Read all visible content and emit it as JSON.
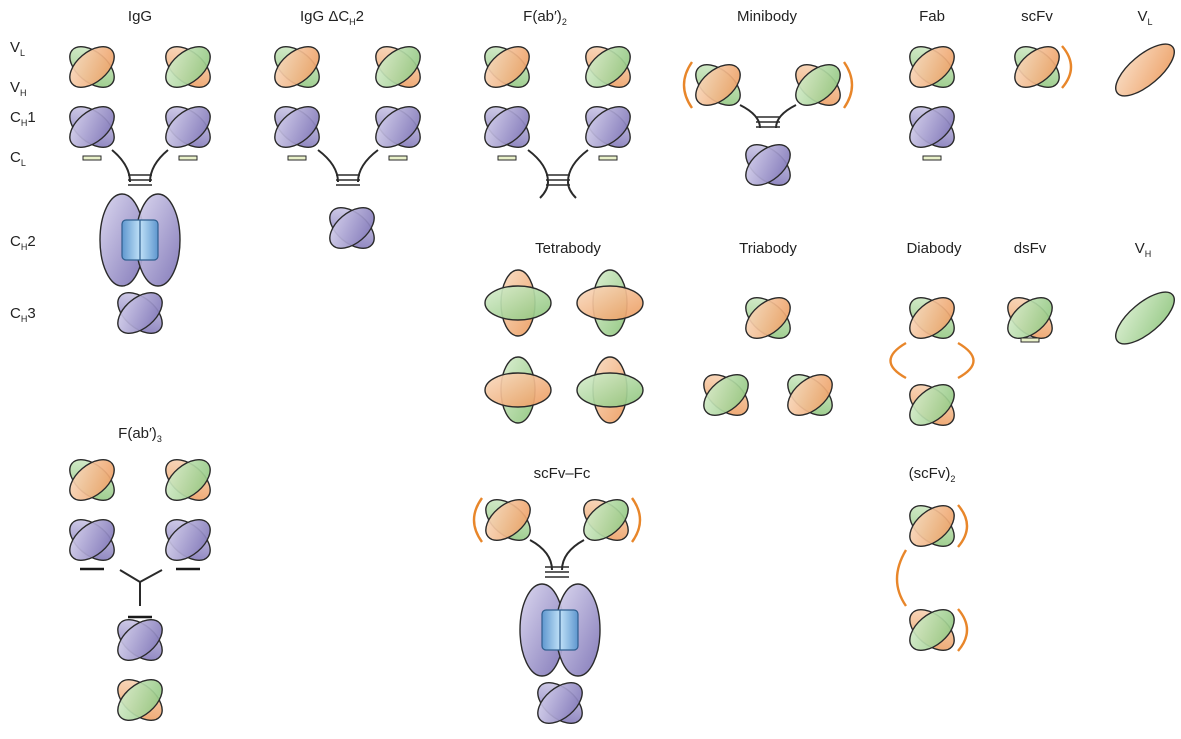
{
  "colors": {
    "variable_light": "#f3b98a",
    "variable_heavy": "#a9d39a",
    "constant": "#9b93c8",
    "constant_dark": "#7f76b5",
    "linker": "#e8862a",
    "disulfide_red": "#e03030",
    "glycan": "#7fb2de"
  },
  "labels": {
    "igg": "IgG",
    "igg_dch2_prefix": "IgG ΔC",
    "igg_dch2_sub": "H",
    "igg_dch2_suffix": "2",
    "fab2_prefix": "F(ab′)",
    "fab2_sub": "2",
    "minibody": "Minibody",
    "fab": "Fab",
    "scfv": "scFv",
    "vl_main": "V",
    "vl_sub": "L",
    "vh_main": "V",
    "vh_sub": "H",
    "tetrabody": "Tetrabody",
    "triabody": "Triabody",
    "diabody": "Diabody",
    "dsfv": "dsFv",
    "fab3_prefix": "F(ab′)",
    "fab3_sub": "3",
    "scfv_fc": "scFv–Fc",
    "scfv2_prefix": "(scFv)",
    "scfv2_sub": "2"
  },
  "side_labels": {
    "vl": {
      "main": "V",
      "sub": "L"
    },
    "vh": {
      "main": "V",
      "sub": "H"
    },
    "ch1": {
      "main": "C",
      "sub": "H",
      "suffix": "1"
    },
    "cl": {
      "main": "C",
      "sub": "L"
    },
    "ch2": {
      "main": "C",
      "sub": "H",
      "suffix": "2"
    },
    "ch3": {
      "main": "C",
      "sub": "H",
      "suffix": "3"
    }
  }
}
